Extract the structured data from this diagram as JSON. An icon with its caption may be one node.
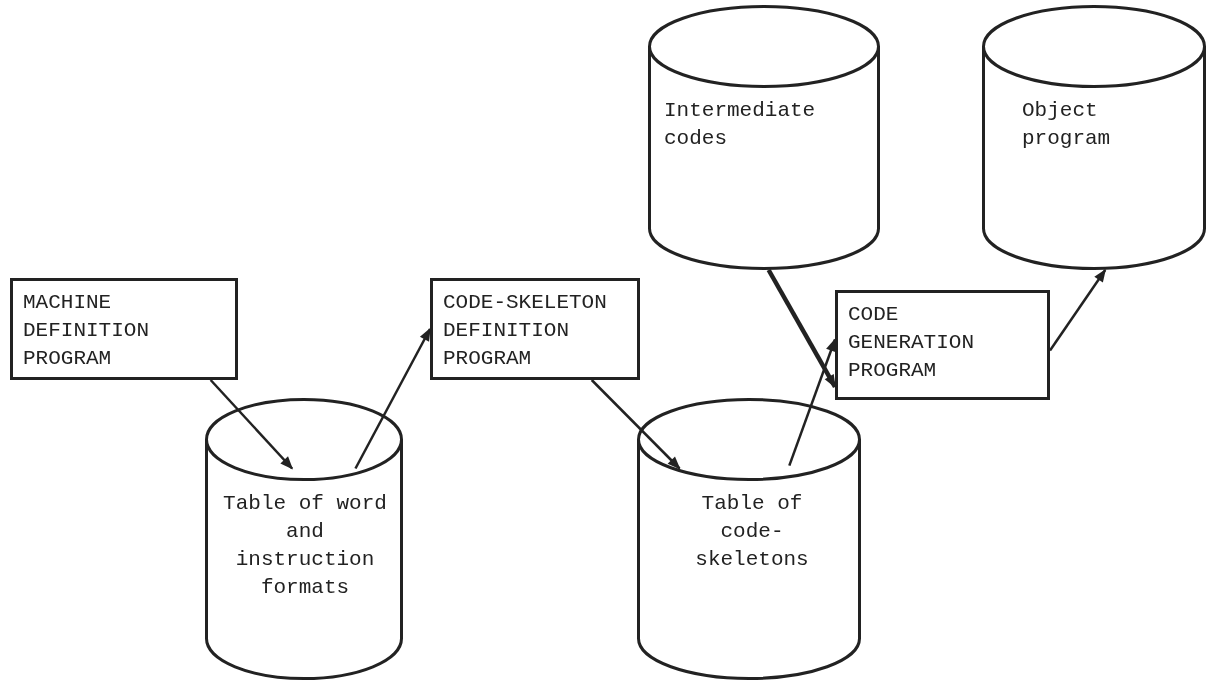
{
  "diagram": {
    "nodes": [
      {
        "text": [
          "MACHINE DEFINITION PROGRAM"
        ]
      },
      {
        "text": [
          "Table of word and instruction formats"
        ]
      },
      {
        "text": [
          "CODE-SKELETON DEFINITION PROGRAM"
        ]
      },
      {
        "text": [
          "Intermediate codes"
        ]
      },
      {
        "text": [
          "Table of code-skeletons"
        ]
      },
      {
        "text": [
          "CODE GENERATION PROGRAM"
        ]
      },
      {
        "text": [
          "Object program"
        ]
      }
    ],
    "edges": [
      {
        "from": 0,
        "to": 1,
        "arrow": "to"
      },
      {
        "from": 1,
        "to": 2,
        "arrow": "to"
      },
      {
        "from": 2,
        "to": 4,
        "arrow": "to"
      },
      {
        "from": 4,
        "to": 5,
        "arrow": "to"
      },
      {
        "from": 3,
        "to": 5,
        "arrow": "to",
        "style": "thick"
      },
      {
        "from": 5,
        "to": 6,
        "arrow": "to"
      }
    ]
  }
}
